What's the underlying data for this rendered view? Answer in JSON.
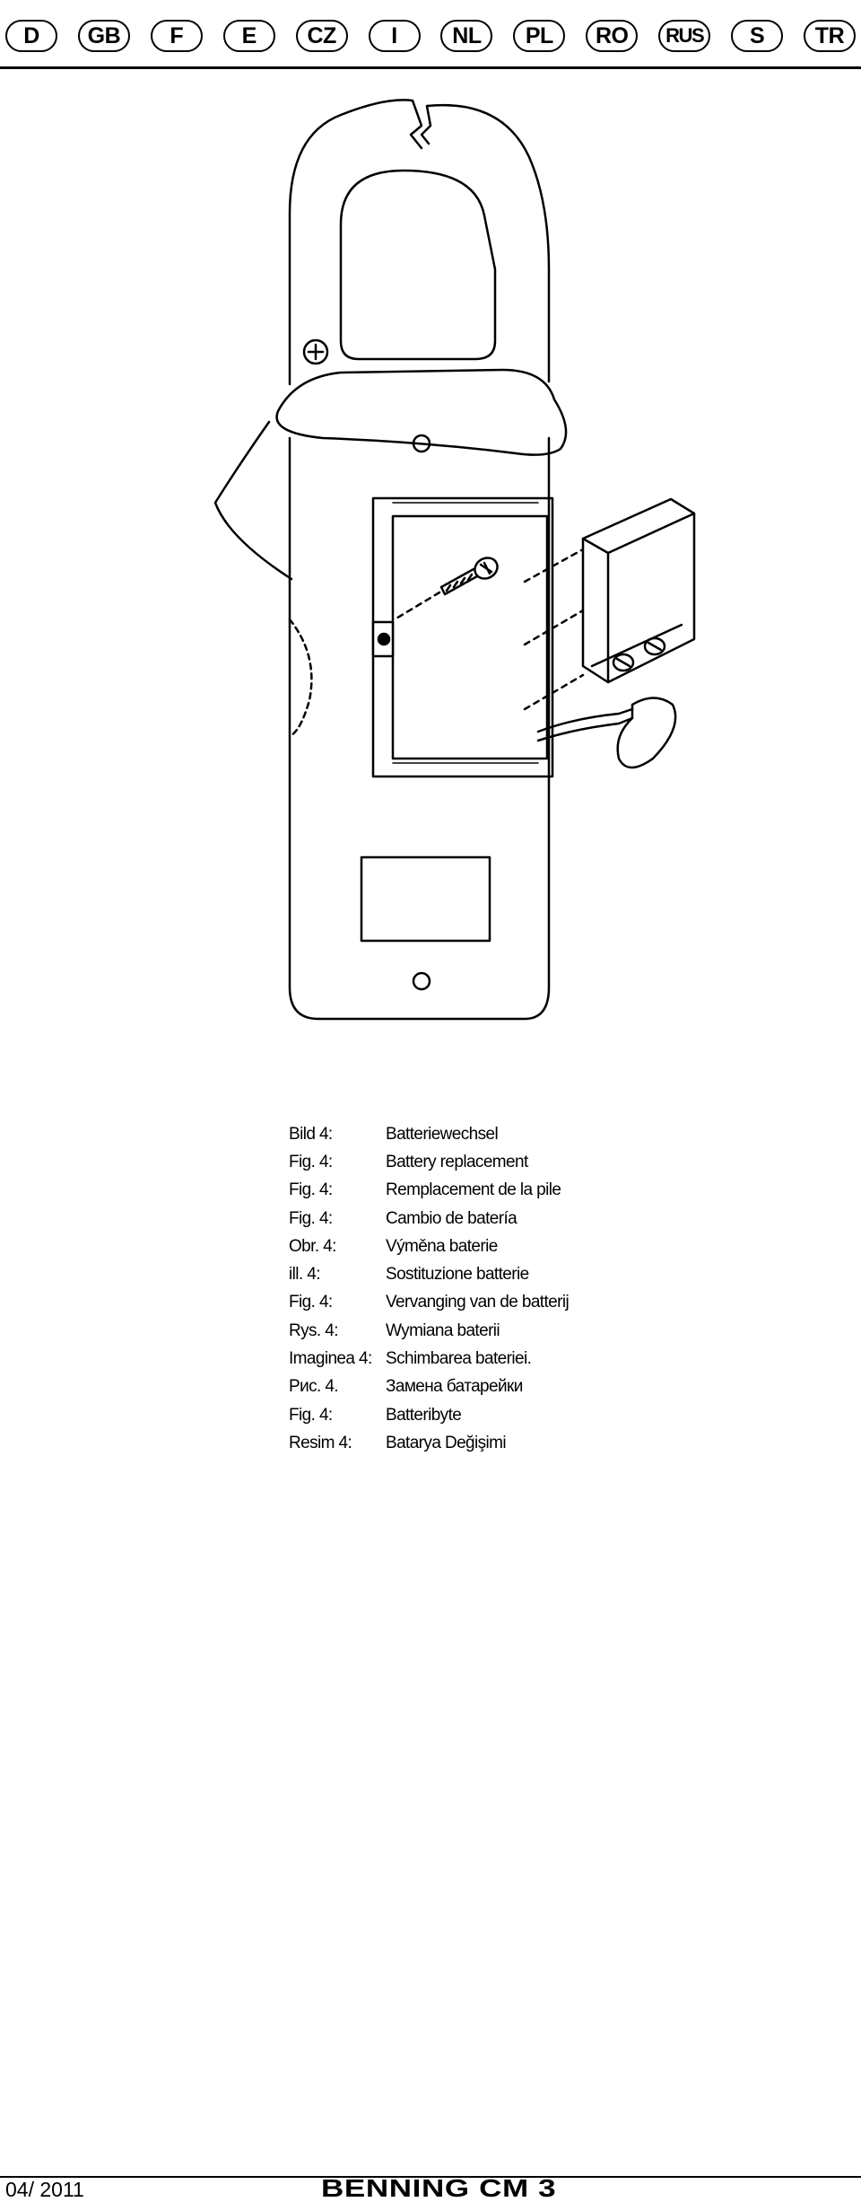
{
  "languages": [
    "D",
    "GB",
    "F",
    "E",
    "CZ",
    "I",
    "NL",
    "PL",
    "RO",
    "RUS",
    "S",
    "TR"
  ],
  "figure": {
    "icons": [
      "clamp-meter-illustration",
      "screw-icon",
      "battery-icon",
      "plus-icon"
    ]
  },
  "captions": [
    {
      "label": "Bild 4:",
      "text": "Batteriewechsel"
    },
    {
      "label": "Fig. 4:",
      "text": "Battery replacement"
    },
    {
      "label": "Fig. 4:",
      "text": "Remplacement de la pile"
    },
    {
      "label": "Fig. 4:",
      "text": "Cambio de batería"
    },
    {
      "label": "Obr. 4:",
      "text": "Výměna baterie"
    },
    {
      "label": "ill. 4:",
      "text": "Sostituzione batterie"
    },
    {
      "label": "Fig. 4:",
      "text": "Vervanging van de batterij"
    },
    {
      "label": "Rys. 4:",
      "text": "Wymiana baterii"
    },
    {
      "label": "Imaginea 4:",
      "text": "Schimbarea bateriei."
    },
    {
      "label": "Рис. 4.",
      "text": "Замена батарейки"
    },
    {
      "label": "Fig. 4:",
      "text": "Batteribyte"
    },
    {
      "label": "Resim 4:",
      "text": "Batarya Değişimi"
    }
  ],
  "footer": {
    "date": "04/ 2011",
    "brand": "BENNING CM 3"
  }
}
